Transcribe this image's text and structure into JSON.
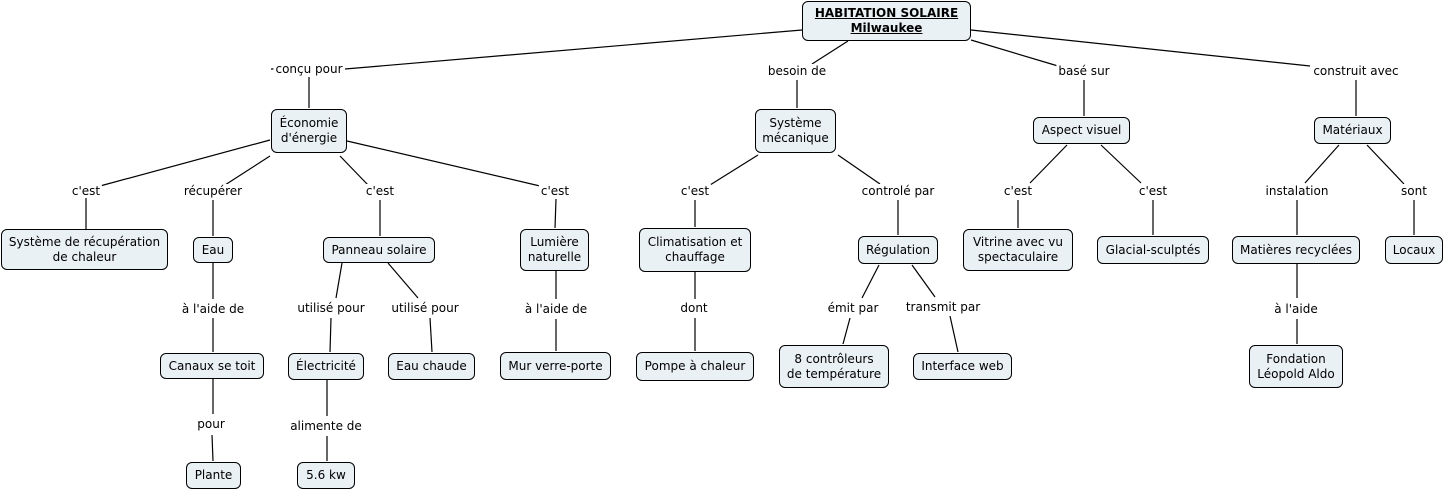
{
  "concepts": {
    "root": "HABITATION SOLAIRE\nMilwaukee",
    "economie": "Économie\nd'énergie",
    "systeme_mecanique": "Système\nmécanique",
    "aspect_visuel": "Aspect visuel",
    "materiaux": "Matériaux",
    "recuperation_chaleur": "Système de récupération\nde chaleur",
    "eau": "Eau",
    "panneau_solaire": "Panneau solaire",
    "lumiere_naturelle": "Lumière\nnaturelle",
    "climatisation": "Climatisation et\nchauffage",
    "regulation": "Régulation",
    "vitrine": "Vitrine avec vu\nspectaculaire",
    "glacial": "Glacial-sculptés",
    "matieres_recyclees": "Matières recyclées",
    "locaux": "Locaux",
    "canaux": "Canaux se toit",
    "electricite": "Électricité",
    "eau_chaude": "Eau chaude",
    "mur_verre": "Mur verre-porte",
    "pompe": "Pompe à chaleur",
    "controleurs": "8 contrôleurs\nde température",
    "interface_web": "Interface web",
    "fondation": "Fondation\nLéopold Aldo",
    "plante": "Plante",
    "kw": "5.6 kw"
  },
  "links": {
    "concu_pour": "conçu pour",
    "besoin_de": "besoin de",
    "base_sur": "basé sur",
    "construit_avec": "construit avec",
    "cest_recup": "c'est",
    "recuperer": "récupérer",
    "cest_panneau": "c'est",
    "cest_lumiere": "c'est",
    "cest_clim": "c'est",
    "controle_par": "controlé par",
    "cest_vitrine": "c'est",
    "cest_glacial": "c'est",
    "instalation": "instalation",
    "sont": "sont",
    "a_laide_de_eau": "à l'aide de",
    "utilise_pour_elec": "utilisé pour",
    "utilise_pour_chaude": "utilisé pour",
    "a_laide_de_lumiere": "à l'aide de",
    "dont": "dont",
    "emit_par": "émit par",
    "transmit_par": "transmit par",
    "a_laide": "à l'aide",
    "pour": "pour",
    "alimente_de": "alimente de"
  }
}
